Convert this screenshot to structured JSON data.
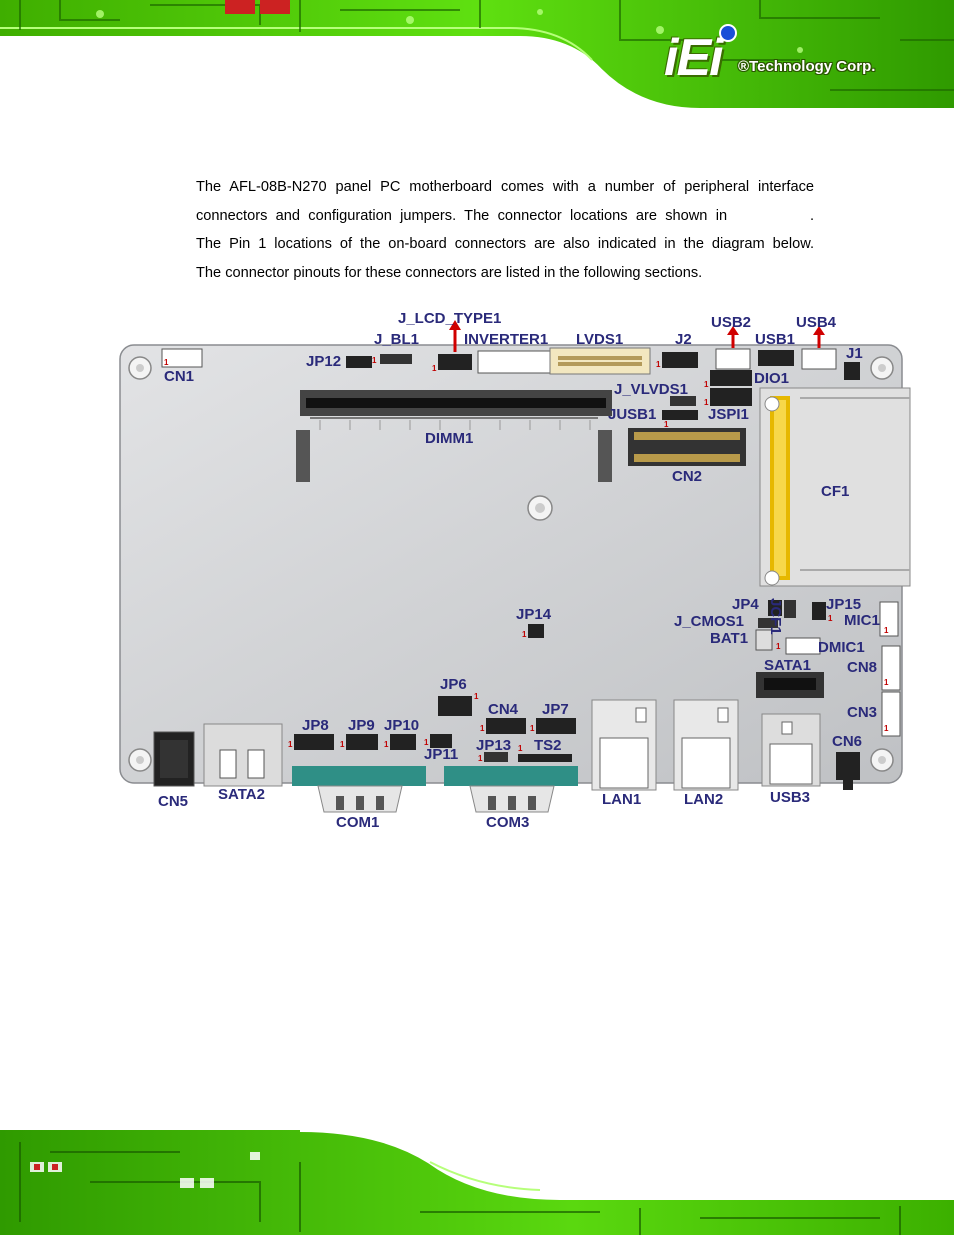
{
  "header": {
    "logo_mark": "iEi",
    "logo_text": "®Technology Corp."
  },
  "body": {
    "paragraph_lines": [
      "The AFL-08B-N270 panel PC motherboard comes with a number of peripheral interface",
      "connectors and configuration jumpers. The connector locations are shown in          .",
      "The Pin 1 locations of the on-board connectors are also indicated in the diagram below.",
      "The connector pinouts for these connectors are listed in the following sections."
    ]
  },
  "diagram": {
    "labels": {
      "CN1": "CN1",
      "JP12": "JP12",
      "J_BL1": "J_BL1",
      "J_LCD_TYPE1": "J_LCD_TYPE1",
      "INVERTER1": "INVERTER1",
      "LVDS1": "LVDS1",
      "J2": "J2",
      "USB2": "USB2",
      "USB4": "USB4",
      "USB1": "USB1",
      "J1": "J1",
      "DIO1": "DIO1",
      "J_VLVDS1": "J_VLVDS1",
      "JUSB1": "JUSB1",
      "JSPI1": "JSPI1",
      "DIMM1": "DIMM1",
      "CN2": "CN2",
      "CF1": "CF1",
      "JP14": "JP14",
      "JP4": "JP4",
      "JCF1": "JCF1",
      "JP15": "JP15",
      "MIC1": "MIC1",
      "J_CMOS1": "J_CMOS1",
      "BAT1": "BAT1",
      "DMIC1": "DMIC1",
      "SATA1": "SATA1",
      "CN8": "CN8",
      "CN3": "CN3",
      "CN6": "CN6",
      "JP6": "JP6",
      "CN4": "CN4",
      "JP7": "JP7",
      "JP8": "JP8",
      "JP9": "JP9",
      "JP10": "JP10",
      "JP11": "JP11",
      "JP13": "JP13",
      "TS2": "TS2",
      "CN5": "CN5",
      "SATA2": "SATA2",
      "COM1": "COM1",
      "COM3": "COM3",
      "LAN1": "LAN1",
      "LAN2": "LAN2",
      "USB3": "USB3"
    },
    "pin1_marker": "1",
    "colors": {
      "board": "#cfd1d3",
      "label": "#2a2a7a",
      "pin1": "#c00000",
      "pcb_green": "#4cd600",
      "com_teal": "#2f8f86",
      "cf_gold": "#e6b800"
    }
  }
}
